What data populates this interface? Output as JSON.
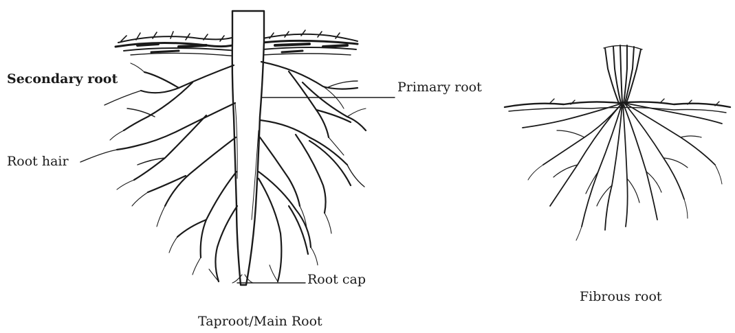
{
  "taproot": {
    "caption": "Taproot/Main Root",
    "labels": {
      "secondary_root": "Secondary root",
      "primary_root": "Primary root",
      "root_hair": "Root hair",
      "root_cap": "Root cap"
    }
  },
  "fibrous": {
    "caption": "Fibrous root"
  },
  "colors": {
    "ink": "#1a1a1a",
    "background": "#ffffff"
  }
}
